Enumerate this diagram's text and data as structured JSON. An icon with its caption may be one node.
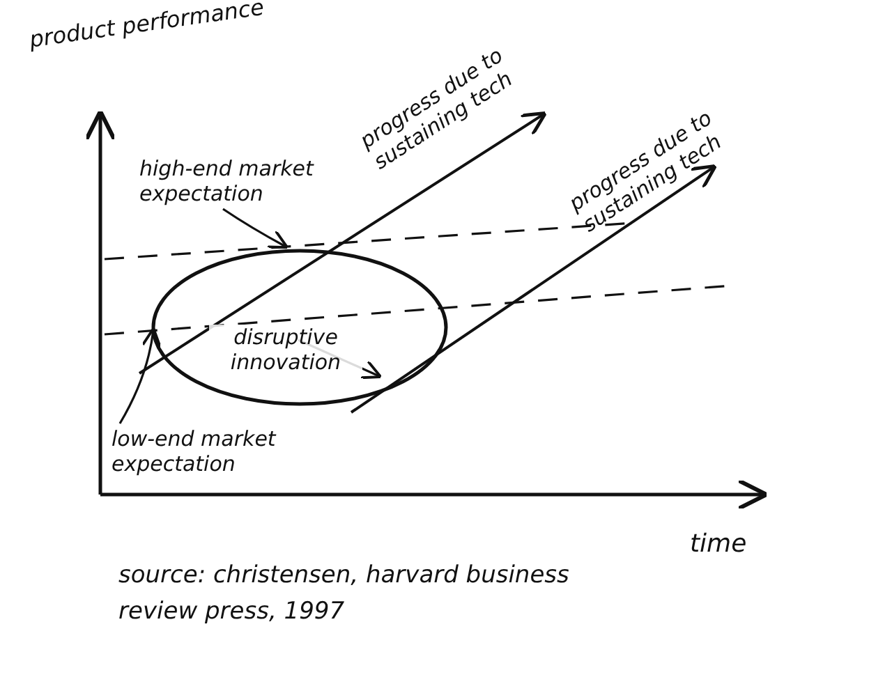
{
  "diagram": {
    "caption": "source: christensen, harvard business review press, 1997",
    "nodes": [
      {
        "text": [
          "high-end market expectation"
        ]
      },
      {
        "text": [],
        "shape": "line"
      },
      {
        "text": [
          "low-end market expectation"
        ]
      },
      {
        "text": [],
        "shape": "line"
      },
      {
        "text": [
          "disruptive innovation"
        ]
      }
    ],
    "edges": [
      {
        "from": 0,
        "to": 1,
        "arrow": "to"
      },
      {
        "from": 2,
        "to": 3,
        "arrow": "to"
      }
    ],
    "labels": [
      "product performance",
      "progress due to sustaining tech",
      "progress due to sustaining tech",
      "time"
    ]
  }
}
